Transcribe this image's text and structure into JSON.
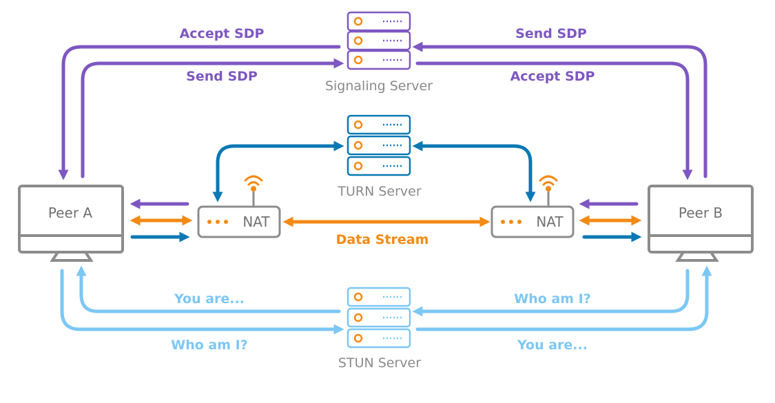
{
  "colors": {
    "signaling": "#7e57c2",
    "turn": "#0a78b4",
    "stun": "#7cc7f4",
    "data": "#f28a14",
    "device": "#8c8c8c",
    "server_bg": "#ffffff"
  },
  "servers": {
    "signaling": {
      "label": "Signaling Server",
      "icon": "server-rack-icon"
    },
    "turn": {
      "label": "TURN Server",
      "icon": "server-rack-icon"
    },
    "stun": {
      "label": "STUN Server",
      "icon": "server-rack-icon"
    }
  },
  "peers": {
    "a": {
      "label": "Peer A",
      "icon": "monitor-icon"
    },
    "b": {
      "label": "Peer B",
      "icon": "monitor-icon"
    }
  },
  "nats": {
    "a": {
      "label": "NAT",
      "icon": "wifi-icon"
    },
    "b": {
      "label": "NAT",
      "icon": "wifi-icon"
    }
  },
  "flows": {
    "signaling": {
      "left_outer": "Accept SDP",
      "left_inner": "Send SDP",
      "right_outer": "Send SDP",
      "right_inner": "Accept SDP"
    },
    "stun": {
      "left_inner": "You are...",
      "left_outer": "Who am I?",
      "right_inner": "Who am I?",
      "right_outer": "You are..."
    },
    "data_stream": "Data Stream"
  }
}
